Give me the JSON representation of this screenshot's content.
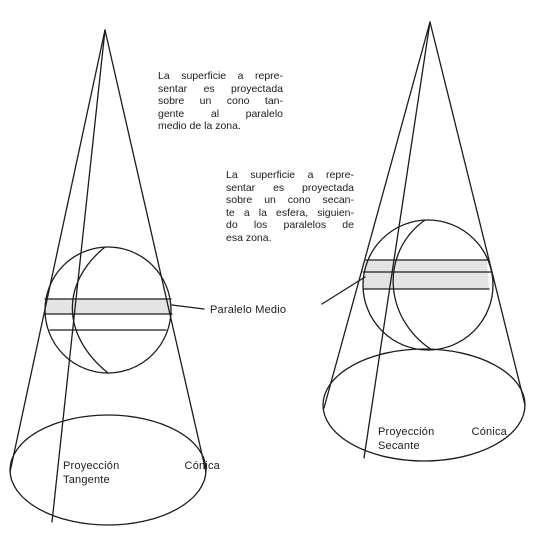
{
  "annotations": {
    "tangent_note": [
      "La superficie a repre-",
      "sentar es proyectada",
      "sobre un cono tan-",
      "gente al paralelo",
      "medio de la zona."
    ],
    "secant_note": [
      "La superficie a repre-",
      "sentar es proyectada",
      "sobre un cono secan-",
      "te a la esfera, siguien-",
      "do los paralelos de",
      "esa zona."
    ],
    "middle_parallel_label": "Paralelo Medio"
  },
  "cones": {
    "tangent": {
      "caption_line1": "Proyección Cónica",
      "caption_line2": "Tangente"
    },
    "secant": {
      "caption_line1": "Proyección Cónica",
      "caption_line2": "Secante"
    }
  },
  "colors": {
    "ink": "#1c1c1c",
    "band_fill": "#e4e4e4",
    "background": "#ffffff"
  }
}
